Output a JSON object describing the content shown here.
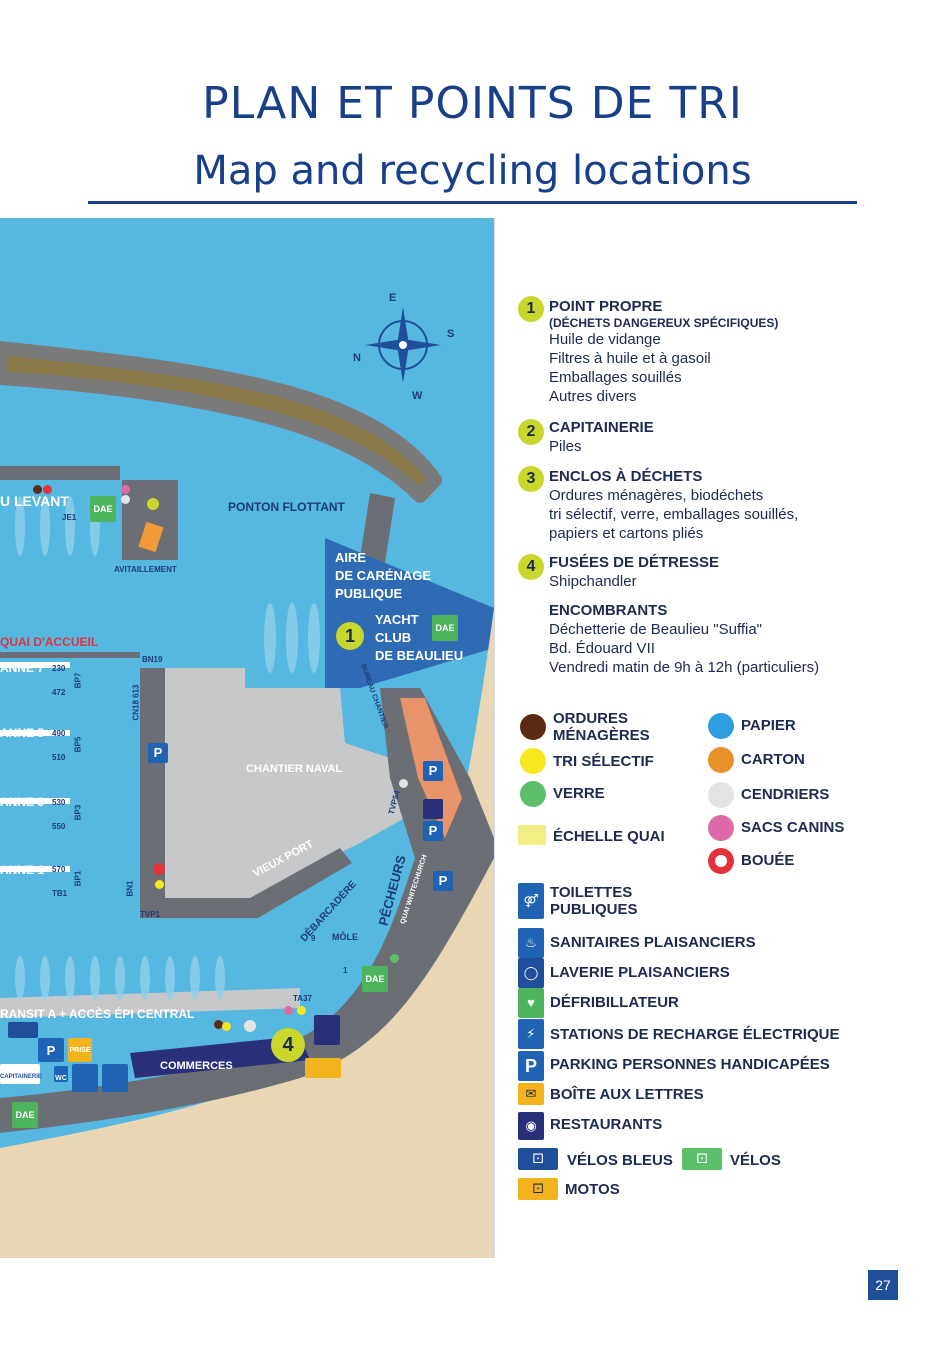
{
  "header": {
    "title_fr": "PLAN ET POINTS DE TRI",
    "title_en": "Map and recycling locations"
  },
  "map": {
    "compass": {
      "e": "E",
      "s": "S",
      "n": "N",
      "w": "W"
    },
    "labels": {
      "levant": "U LEVANT",
      "je1": "JE1",
      "avitaillement": "AVITAILLEMENT",
      "ponton_flottant": "PONTON FLOTTANT",
      "aire_carenage": [
        "AIRE",
        "DE CARÉNAGE",
        "PUBLIQUE"
      ],
      "yacht_club": [
        "YACHT",
        "CLUB",
        "DE BEAULIEU"
      ],
      "quai_accueil": "QUAI D'ACCUEIL",
      "bn19": "BN19",
      "cn18": "CN18 613",
      "bureau_chantier": "BUREAU CHANTIER",
      "panne7": "ANNE 7",
      "panne5": "ANNE 5",
      "panne3": "ANNE 3",
      "panne1": "ANNE 1",
      "n230": "230",
      "n472": "472",
      "bp7": "BP7",
      "n490": "490",
      "n510": "510",
      "bp5": "BP5",
      "n530": "530",
      "n550": "550",
      "bp3": "BP3",
      "n570": "570",
      "tb1": "TB1",
      "bp1": "BP1",
      "chantier_naval": "CHANTIER NAVAL",
      "vieux_port": "VIEUX PORT",
      "bn1": "BN1",
      "tvp1": "TVP1",
      "tvp54": "TVP54",
      "pecheurs": "PÊCHEURS",
      "quai_whitechurch": "QUAI WHITECHURCH",
      "debarcadere": "DÉBARCADÈRE",
      "mole": "MÔLE",
      "n9": "9",
      "n1": "1",
      "ta37": "TA37",
      "transit": "RANSIT A + ACCÈS ÉPI CENTRAL",
      "commerces": "COMMERCES",
      "capitainerie_sign": "CAPITAINERIE",
      "prise": "PRISE",
      "wc": "WC",
      "dae": "DAE",
      "p": "P",
      "marker1": "1",
      "marker4": "4"
    }
  },
  "legend": {
    "points": [
      {
        "num": "1",
        "title": "POINT PROPRE",
        "subtitle": "(DÉCHETS DANGEREUX SPÉCIFIQUES)",
        "lines": [
          "Huile de vidange",
          "Filtres à huile et à gasoil",
          "Emballages souillés",
          "Autres divers"
        ]
      },
      {
        "num": "2",
        "title": "CAPITAINERIE",
        "lines": [
          "Piles"
        ]
      },
      {
        "num": "3",
        "title": "ENCLOS À DÉCHETS",
        "lines": [
          "Ordures ménagères, biodéchets",
          "tri sélectif, verre, emballages souillés,",
          "papiers et cartons pliés"
        ]
      },
      {
        "num": "4",
        "title": "FUSÉES DE DÉTRESSE",
        "lines": [
          "Shipchandler"
        ]
      }
    ],
    "encombrants": {
      "title": "ENCOMBRANTS",
      "lines": [
        "Déchetterie de Beaulieu \"Suffia\"",
        "Bd. Édouard VII",
        "Vendredi matin de 9h à 12h (particuliers)"
      ]
    },
    "colors": [
      {
        "label": "ORDURES MÉNAGÈRES",
        "color": "#5a2a12"
      },
      {
        "label": "TRI SÉLECTIF",
        "color": "#f6e81d"
      },
      {
        "label": "VERRE",
        "color": "#5cbf6a"
      },
      {
        "label": "ÉCHELLE QUAI",
        "color": "#f2ee86"
      },
      {
        "label": "PAPIER",
        "color": "#2f9ee0"
      },
      {
        "label": "CARTON",
        "color": "#e8912a"
      },
      {
        "label": "CENDRIERS",
        "color": "#e3e3e3"
      },
      {
        "label": "SACS CANINS",
        "color": "#e06aa8"
      },
      {
        "label": "BOUÉE",
        "color": "#e2323b"
      }
    ],
    "services": [
      {
        "label": "TOILETTES PUBLIQUES",
        "icon": "toilets-icon"
      },
      {
        "label": "SANITAIRES PLAISANCIERS",
        "icon": "shower-icon"
      },
      {
        "label": "LAVERIE PLAISANCIERS",
        "icon": "laundry-icon"
      },
      {
        "label": "DÉFRIBILLATEUR",
        "icon": "defibrillator-icon"
      },
      {
        "label": "STATIONS DE RECHARGE ÉLECTRIQUE",
        "icon": "charging-icon"
      },
      {
        "label": "PARKING PERSONNES HANDICAPÉES",
        "icon": "disabled-parking-icon"
      },
      {
        "label": "BOÎTE AUX LETTRES",
        "icon": "mailbox-icon"
      },
      {
        "label": "RESTAURANTS",
        "icon": "restaurant-icon"
      }
    ],
    "transport": [
      {
        "label": "VÉLOS BLEUS",
        "icon": "blue-bike-icon",
        "color": "#1f4f9a"
      },
      {
        "label": "VÉLOS",
        "icon": "bike-icon",
        "color": "#5cbf6a"
      },
      {
        "label": "MOTOS",
        "icon": "motorbike-icon",
        "color": "#f2b31c"
      }
    ]
  },
  "page_number": "27"
}
